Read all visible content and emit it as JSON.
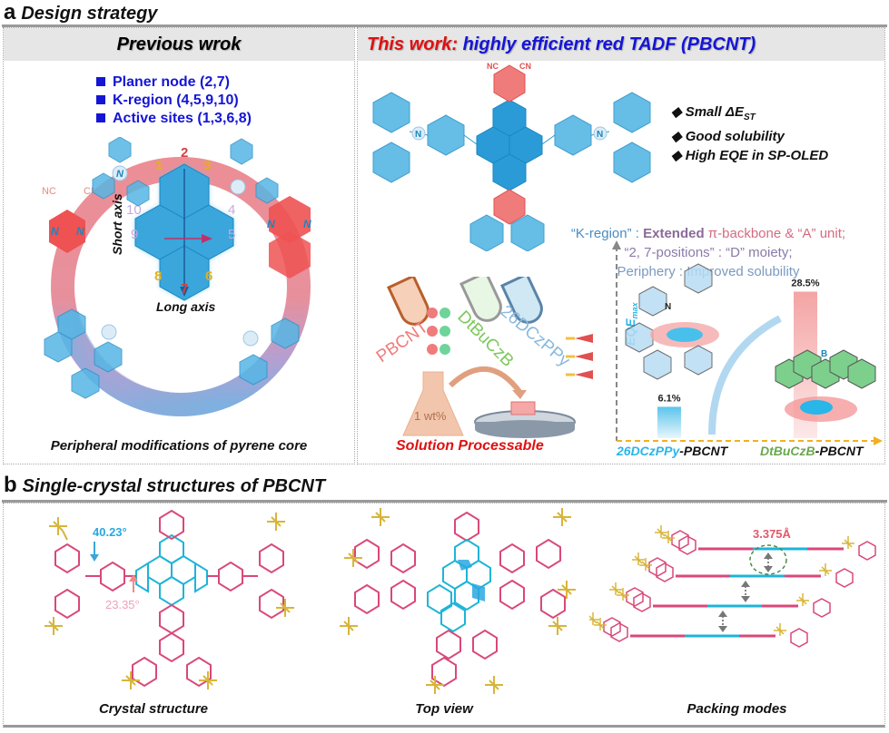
{
  "section_a": {
    "letter": "a",
    "title": "Design strategy",
    "previous": {
      "heading": "Previous wrok",
      "bullets": [
        "Planer node (2,7)",
        "K-region (4,5,9,10)",
        "Active sites (1,3,6,8)"
      ],
      "positions": {
        "p1": "1",
        "p2": "2",
        "p3": "3",
        "p4": "4",
        "p5": "5",
        "p6": "6",
        "p7": "7",
        "p8": "8",
        "p9": "9",
        "p10": "10"
      },
      "short_axis": "Short axis",
      "long_axis": "Long axis",
      "nc": "NC",
      "cn": "CN",
      "n": "N",
      "caption": "Peripheral modifications of pyrene core"
    },
    "this_work": {
      "heading_red": "This work:",
      "heading_blue": " highly efficient red TADF (PBCNT)",
      "nc": "NC",
      "cn": "CN",
      "n": "N",
      "features": [
        "Small ΔE",
        "Good solubility",
        "High EQE in SP-OLED"
      ],
      "feature_sub": "ST",
      "design_lines": [
        {
          "a": "“K-region” : ",
          "b": "Extended",
          "c": " π-backbone & “A” unit;"
        },
        {
          "a": "“2, 7-positions” : “D” moiety;"
        },
        {
          "a": "Periphery : Improved solubility"
        }
      ],
      "tubes": [
        "PBCNT",
        "DtBuCzB",
        "26DCzPPy"
      ],
      "flask_label": "1 wt%",
      "solution_label": "Solution Processable",
      "eqe_axis": "EQE",
      "eqe_sub": "max",
      "hosts": [
        {
          "name_colored": "26DCzPPy",
          "name_dark": "-PBCNT",
          "eqe_percent": 6.1,
          "label": "6.1%",
          "color": "#29b6e8"
        },
        {
          "name_colored": "DtBuCzB",
          "name_dark": "-PBCNT",
          "eqe_percent": 28.5,
          "label": "28.5%",
          "color": "#6aa84f"
        }
      ],
      "mol_n": "N",
      "mol_b": "B"
    }
  },
  "section_b": {
    "letter": "b",
    "title": "Single-crystal structures of PBCNT",
    "panels": [
      {
        "caption": "Crystal structure",
        "angle_1": "40.23°",
        "angle_2": "23.35°"
      },
      {
        "caption": "Top view"
      },
      {
        "caption": "Packing modes",
        "distance": "3.375Å"
      }
    ]
  },
  "colors": {
    "blue_text": "#1515d6",
    "red_text": "#e01010",
    "hex_blue": "#4fb3e0",
    "hex_red": "#f07070",
    "crystal_pink": "#d9487a",
    "crystal_cyan": "#1eb4d8",
    "crystal_yellow": "#d8b53a"
  }
}
